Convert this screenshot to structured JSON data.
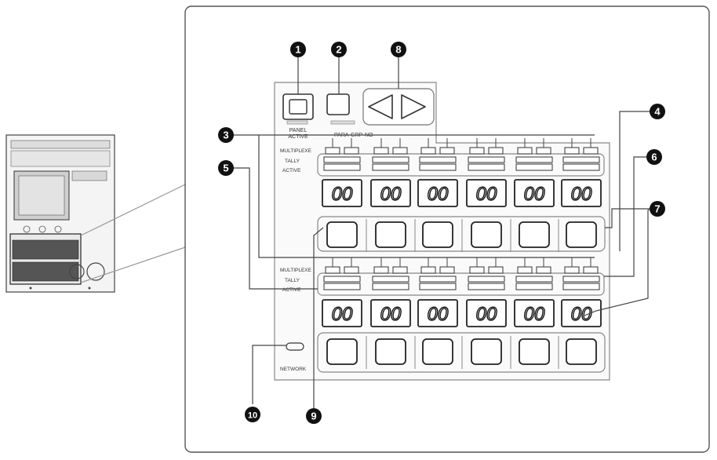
{
  "callouts": [
    "1",
    "2",
    "8",
    "3",
    "4",
    "6",
    "5",
    "7",
    "10",
    "9"
  ],
  "labels": {
    "panel_active": [
      "PANEL",
      "ACTIVE"
    ],
    "para": "PARA",
    "grp": "GRP",
    "no": "NO",
    "multiplexe": "MULTIPLEXE",
    "tally": "TALLY",
    "active": "ACTIVE",
    "network": "NETWORK"
  },
  "displays": {
    "top_row": [
      "00",
      "00",
      "00",
      "00",
      "00",
      "00"
    ],
    "bottom_row": [
      "00",
      "00",
      "00",
      "00",
      "00",
      "00"
    ]
  }
}
